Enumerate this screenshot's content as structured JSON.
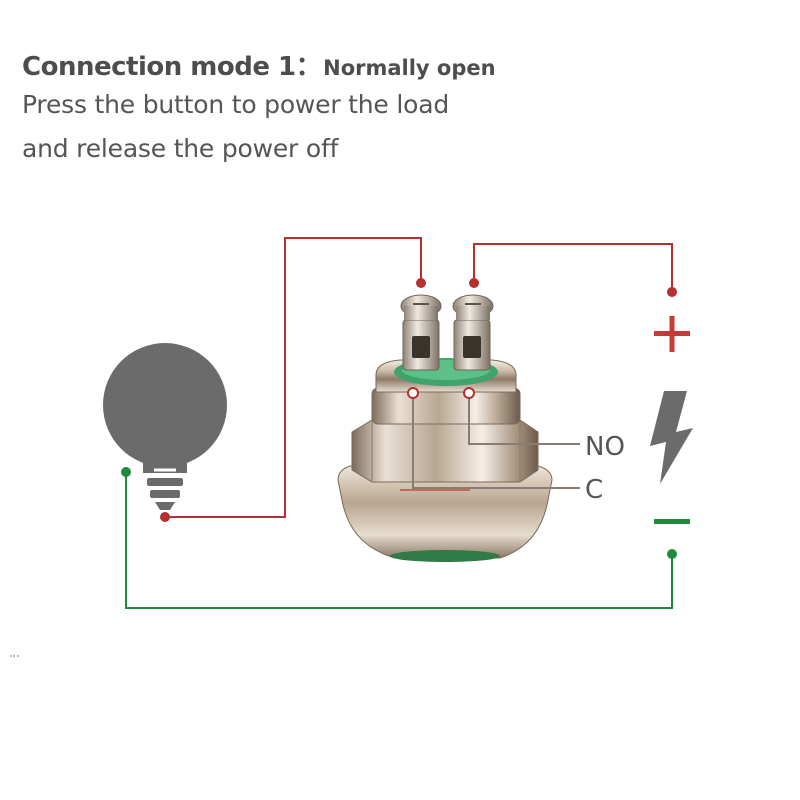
{
  "header": {
    "mode_label": "Connection mode 1：",
    "mode_name": "Normally open",
    "description_line1": "Press the button to power the load",
    "description_line2": "and release the power off"
  },
  "terminals": {
    "no_label": "NO",
    "c_label": "C"
  },
  "power": {
    "plus_symbol": "+",
    "minus_symbol": "−",
    "icon": "lightning-bolt-icon"
  },
  "load": {
    "icon": "light-bulb-icon"
  },
  "colors": {
    "wire_red": "#b5302e",
    "wire_green": "#1f8a3c",
    "bulb_gray": "#6b6b6b",
    "text_gray": "#555555",
    "switch_ring_green": "#3fa36a"
  }
}
